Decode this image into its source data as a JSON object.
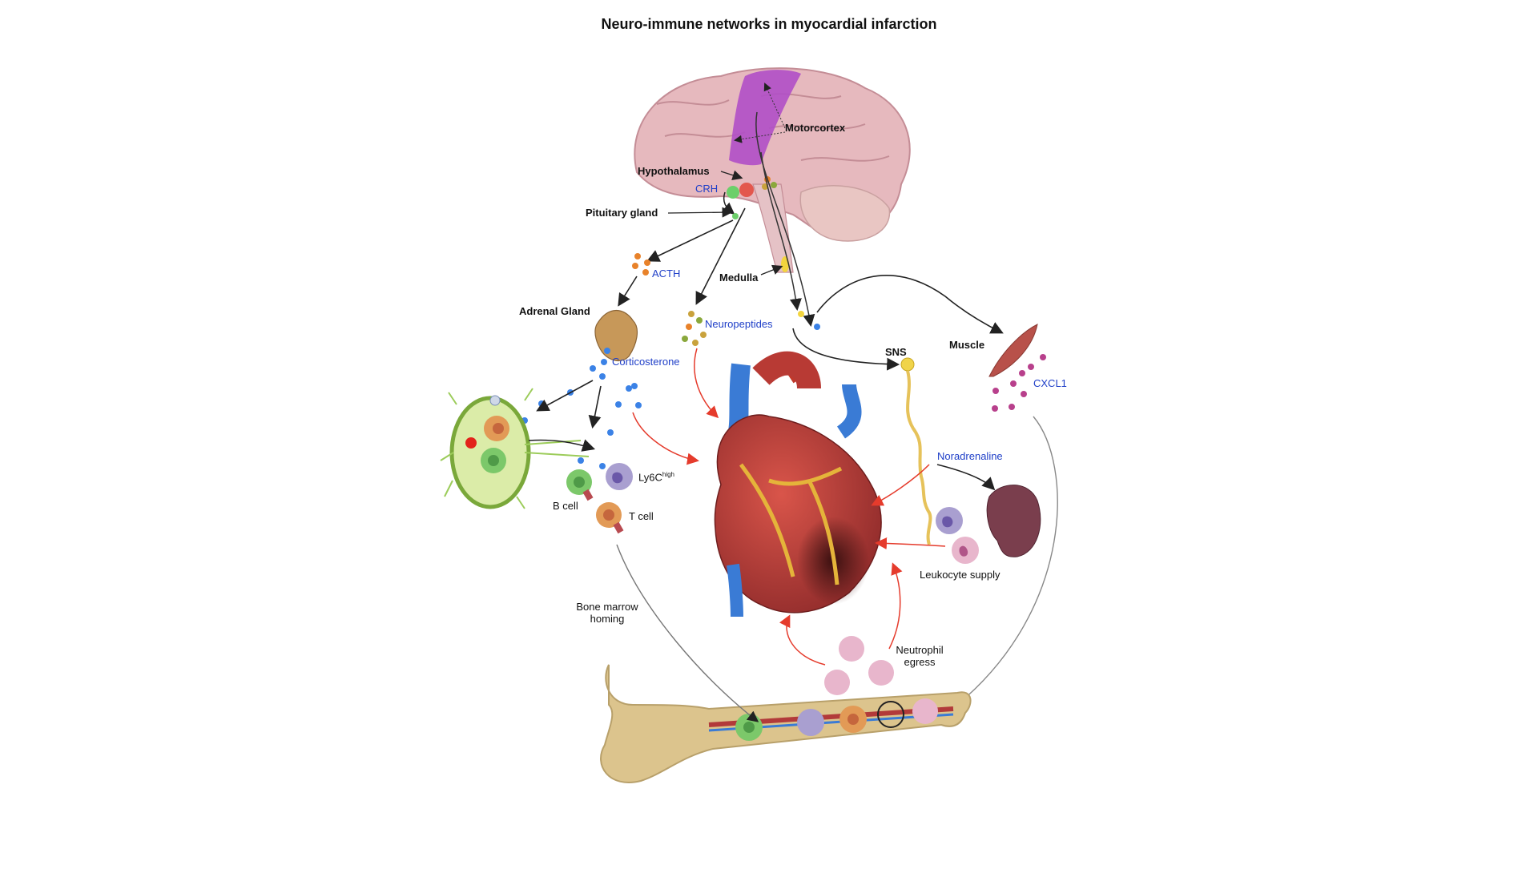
{
  "title": "Neuro-immune networks in myocardial infarction",
  "labels": {
    "motorcortex": "Motorcortex",
    "hypothalamus": "Hypothalamus",
    "crh": "CRH",
    "pituitary": "Pituitary gland",
    "acth": "ACTH",
    "medulla": "Medulla",
    "adrenal": "Adrenal Gland",
    "neuropeptides": "Neuropeptides",
    "corticosterone": "Corticosterone",
    "sns": "SNS",
    "muscle": "Muscle",
    "cxcl1": "CXCL1",
    "noradrenaline": "Noradrenaline",
    "ly6c": "Ly6C",
    "ly6c_sup": "high",
    "b_cell": "B cell",
    "t_cell": "T cell",
    "leukocyte_supply": "Leukocyte supply",
    "bone_marrow_homing_1": "Bone marrow",
    "bone_marrow_homing_2": "homing",
    "neutrophil_egress_1": "Neutrophil",
    "neutrophil_egress_2": "egress"
  },
  "colors": {
    "mediator_text": "#1f3fc8",
    "brain": "#e6b9be",
    "motorcortex": "#b04fc6",
    "heart": "#c0392b",
    "vessel_blue": "#3a7bd5",
    "corticosterone_dot": "#3b82e6",
    "acth_dot": "#e8822a",
    "cxcl1_dot": "#b8408c",
    "sns_nerve": "#f0d44a",
    "inflammatory_arrow": "#e53b2c",
    "bone": "#dcc48d",
    "spleen": "#7a3e4d",
    "muscle": "#b8514a",
    "lymph_node": "#9ccc5a"
  }
}
